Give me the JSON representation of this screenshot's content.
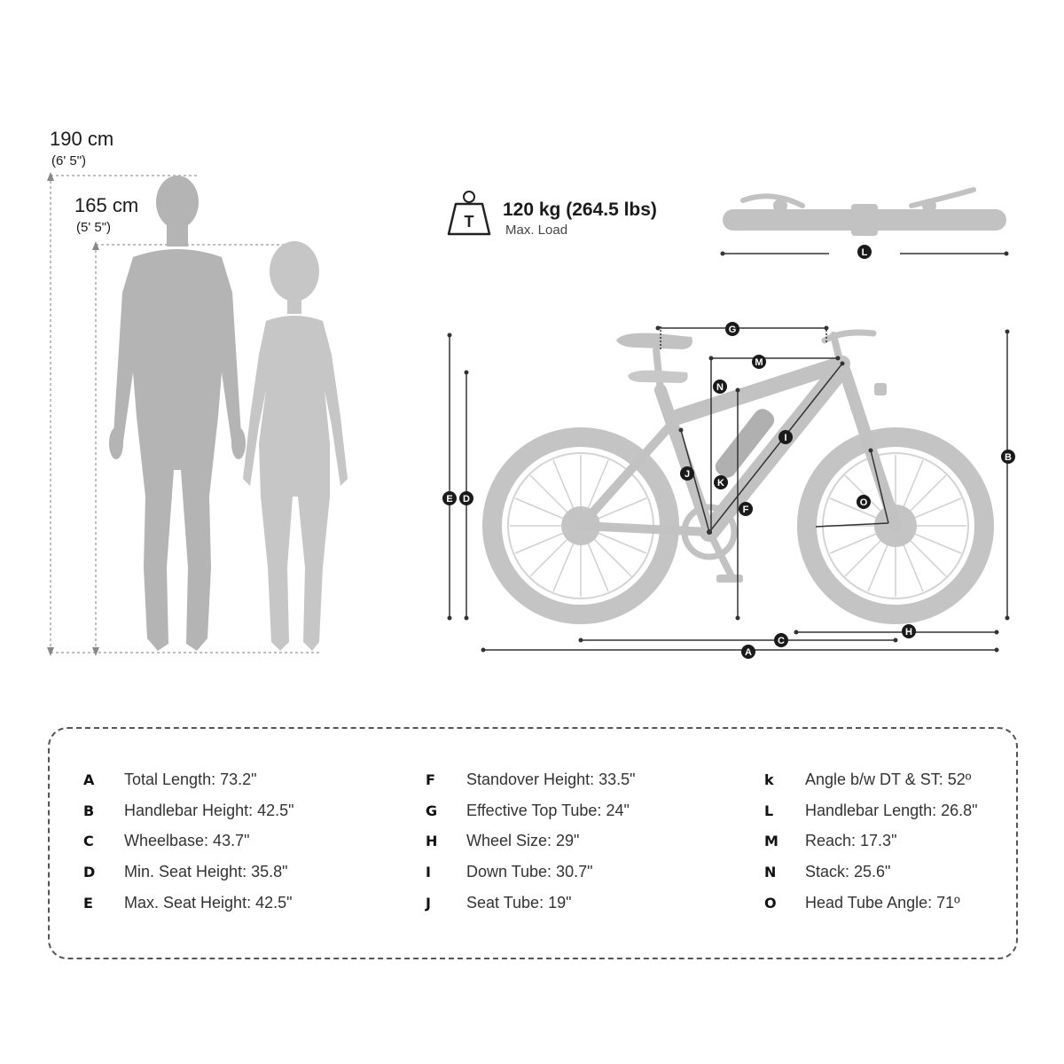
{
  "heights": {
    "male": {
      "cm": "190 cm",
      "ft": "(6' 5\")"
    },
    "female": {
      "cm": "165 cm",
      "ft": "(5' 5\")"
    }
  },
  "load": {
    "icon_letter": "T",
    "value": "120 kg (264.5 lbs)",
    "label": "Max. Load"
  },
  "colors": {
    "figure": "#b4b4b4",
    "bike": "#c2c2c2",
    "line": "#333333",
    "badge": "#1a1a1a"
  },
  "icons": {
    "weight": "weight-icon",
    "male": "male-silhouette",
    "female": "female-silhouette",
    "bike": "bicycle-side-view",
    "handlebar": "handlebar-top-view"
  },
  "markers": [
    "A",
    "B",
    "C",
    "D",
    "E",
    "G",
    "H",
    "I",
    "J",
    "K",
    "F",
    "L",
    "M",
    "N",
    "O"
  ],
  "specs": {
    "col1": [
      {
        "key": "A",
        "text": "Total Length: 73.2\""
      },
      {
        "key": "B",
        "text": "Handlebar Height: 42.5\""
      },
      {
        "key": "C",
        "text": "Wheelbase: 43.7\""
      },
      {
        "key": "D",
        "text": "Min. Seat Height:  35.8\""
      },
      {
        "key": "E",
        "text": "Max. Seat Height: 42.5\""
      }
    ],
    "col2": [
      {
        "key": "F",
        "text": "Standover Height: 33.5\""
      },
      {
        "key": "G",
        "text": "Effective Top Tube: 24\""
      },
      {
        "key": "H",
        "text": "Wheel Size: 29\""
      },
      {
        "key": "I",
        "text": "Down Tube: 30.7\""
      },
      {
        "key": "J",
        "text": "Seat Tube: 19\""
      }
    ],
    "col3": [
      {
        "key": "k",
        "text": "Angle b/w DT & ST: 52º"
      },
      {
        "key": "L",
        "text": "Handlebar Length: 26.8\""
      },
      {
        "key": "M",
        "text": "Reach: 17.3\""
      },
      {
        "key": "N",
        "text": "Stack: 25.6\""
      },
      {
        "key": "O",
        "text": "Head Tube Angle: 71º"
      }
    ]
  }
}
